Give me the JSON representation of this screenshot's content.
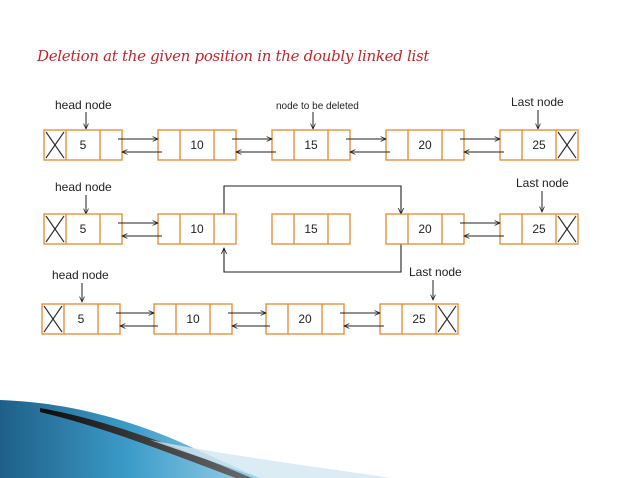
{
  "title": "Deletion at the given position in the doubly linked list",
  "labels": {
    "head_node": "head node",
    "last_node": "Last node",
    "node_to_delete": "node to be deleted"
  },
  "rows": [
    {
      "values": [
        "5",
        "10",
        "15",
        "20",
        "25"
      ],
      "null_prev": true,
      "null_next": true
    },
    {
      "values": [
        "5",
        "10",
        "15",
        "20",
        "25"
      ],
      "null_prev": true,
      "null_next": true,
      "detached_index": 2
    },
    {
      "values": [
        "5",
        "10",
        "20",
        "25"
      ],
      "null_prev": true,
      "null_next": true
    }
  ],
  "colors": {
    "title": "#c0272d",
    "node_border": "#e2892c",
    "arrow": "#222222",
    "background": "#ffffff"
  }
}
